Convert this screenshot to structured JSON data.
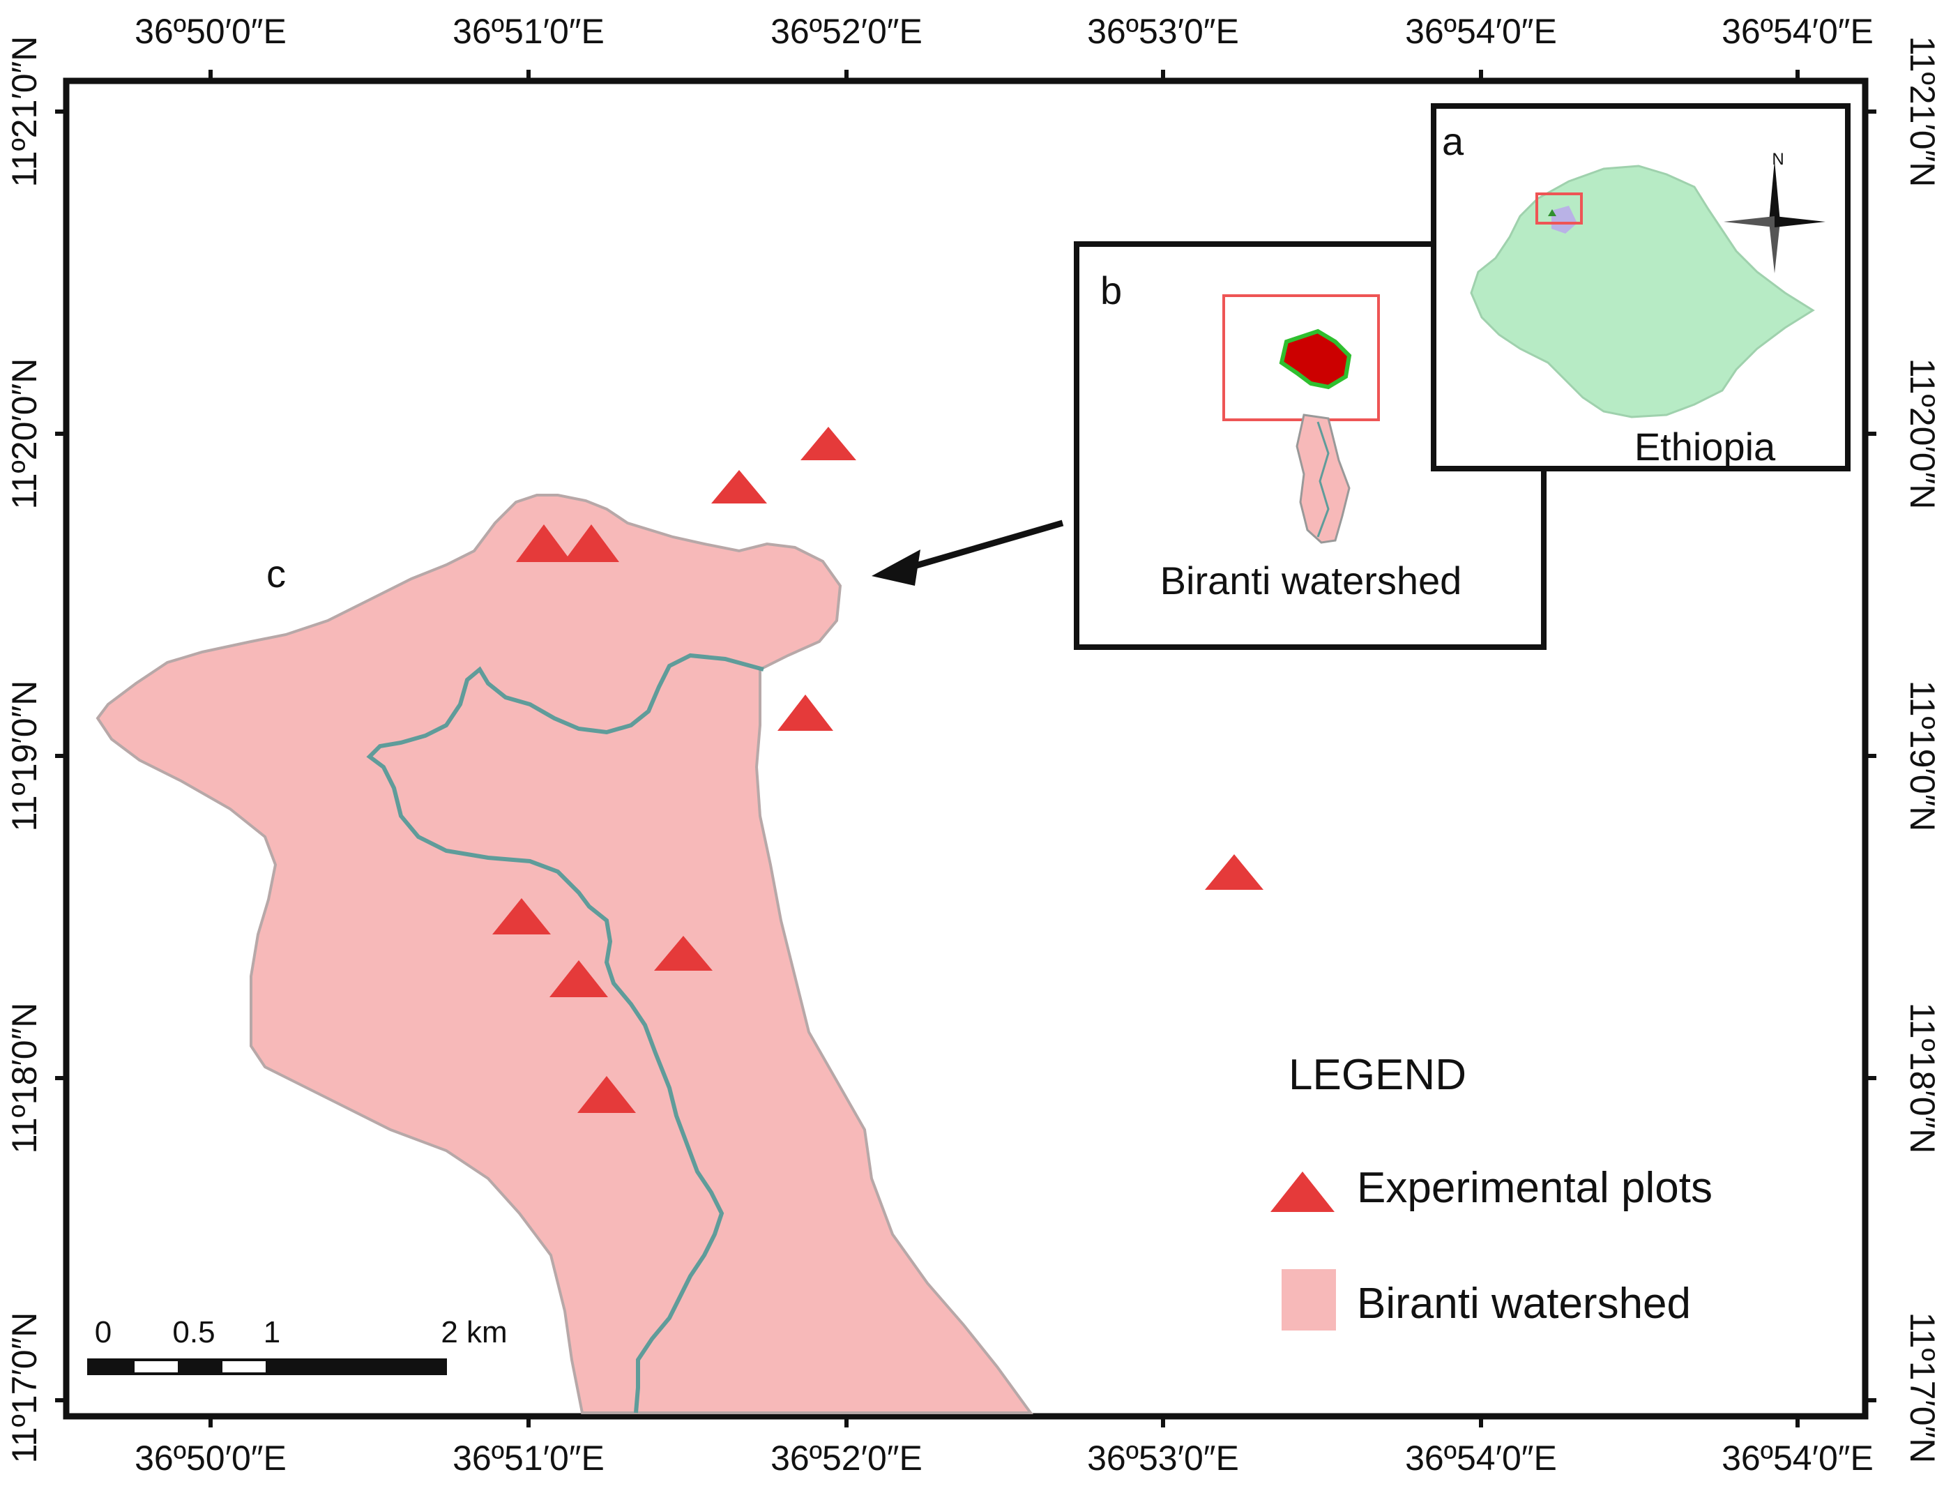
{
  "map": {
    "top_labels": [
      "36º50′0″E",
      "36º51′0″E",
      "36º52′0″E",
      "36º53′0″E",
      "36º54′0″E",
      "36º54′0″E"
    ],
    "bottom_labels": [
      "36º50′0″E",
      "36º51′0″E",
      "36º52′0″E",
      "36º53′0″E",
      "36º54′0″E",
      "36º54′0″E"
    ],
    "left_labels": [
      "11º21′0″N",
      "11º20′0″N",
      "11º19′0″N",
      "11º18′0″N",
      "11º17′0″N"
    ],
    "right_labels": [
      "11º21′0″N",
      "11º20′0″N",
      "11º19′0″N",
      "11º18′0″N",
      "11º17′0″N"
    ],
    "panel_c_label": "c",
    "panel_b_label": "b",
    "panel_a_label": "a",
    "inset_b_caption": "Biranti watershed",
    "inset_a_caption": "Ethiopia",
    "north_label": "N",
    "legend": {
      "title": "LEGEND",
      "items": [
        {
          "label": "Experimental plots"
        },
        {
          "label": "Biranti watershed"
        }
      ]
    },
    "scale_bar": {
      "labels": [
        "0",
        "0.5",
        "1",
        "2 km"
      ]
    },
    "colors": {
      "watershed_fill": "#f7b9b9",
      "watershed_edge": "#b7a8a8",
      "river": "#5f9c9a",
      "plot_marker": "#e53a3a",
      "ethiopia_fill": "#b7ebc5",
      "highlight_box": "#ee5555",
      "frame": "#111111"
    }
  }
}
